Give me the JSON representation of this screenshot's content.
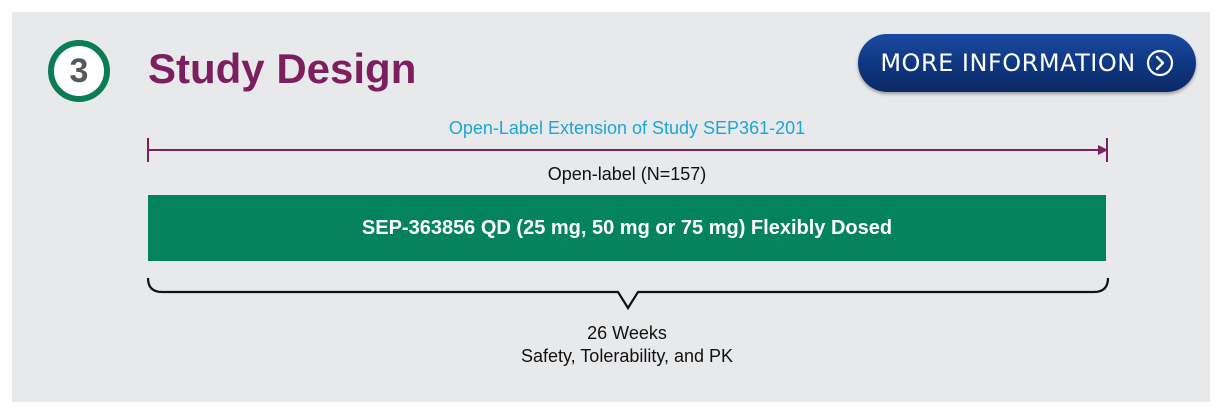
{
  "header": {
    "step_number": "3",
    "title": "Study Design",
    "more_button_label": "MORE INFORMATION",
    "more_button_icon": "chevron-right-circle-icon"
  },
  "diagram": {
    "extension_label": "Open-Label Extension of Study SEP361-201",
    "openlabel_label": "Open-label (N=157)",
    "dose_bar_label": "SEP-363856 QD (25 mg, 50 mg or 75 mg) Flexibly Dosed",
    "duration_label": "26 Weeks",
    "endpoints_label": "Safety, Tolerability, and PK"
  },
  "colors": {
    "panel_background": "#e8e9eb",
    "title": "#7b1f5f",
    "badge_ring": "#0a7d57",
    "button": "#0e3680",
    "extension_label": "#1ea5d8",
    "arrow": "#7b1f5f",
    "dose_bar": "#05835c"
  }
}
